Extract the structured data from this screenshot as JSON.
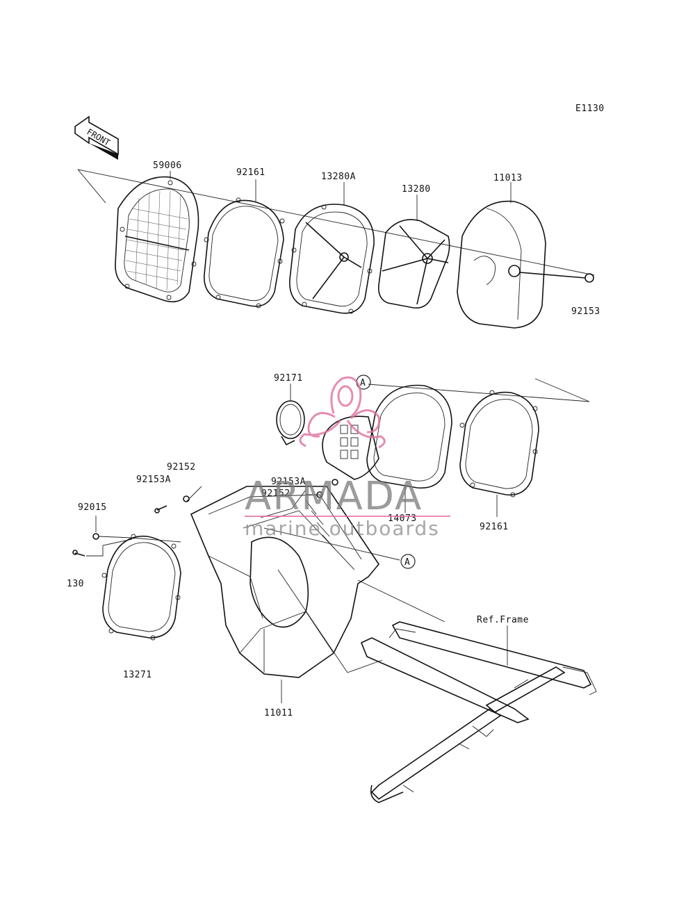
{
  "diagram": {
    "code": "E1130",
    "front_label": "FRONT",
    "callout": "A",
    "ref_frame": "Ref.Frame",
    "parts": {
      "p59006": "59006",
      "p92161_top": "92161",
      "p13280A": "13280A",
      "p13280": "13280",
      "p11013": "11013",
      "p92153": "92153",
      "p92171": "92171",
      "p14073": "14073",
      "p92161_mid": "92161",
      "p92152_a": "92152",
      "p92153A_a": "92153A",
      "p92153A_b": "92153A",
      "p92152_b": "92152",
      "p92015": "92015",
      "p130": "130",
      "p13271": "13271",
      "p11011": "11011"
    }
  },
  "watermark": {
    "brand": "ARMADA",
    "tagline": "marine outboards",
    "accent_color": "#e06fa0",
    "text_color": "#7a7a7a"
  }
}
